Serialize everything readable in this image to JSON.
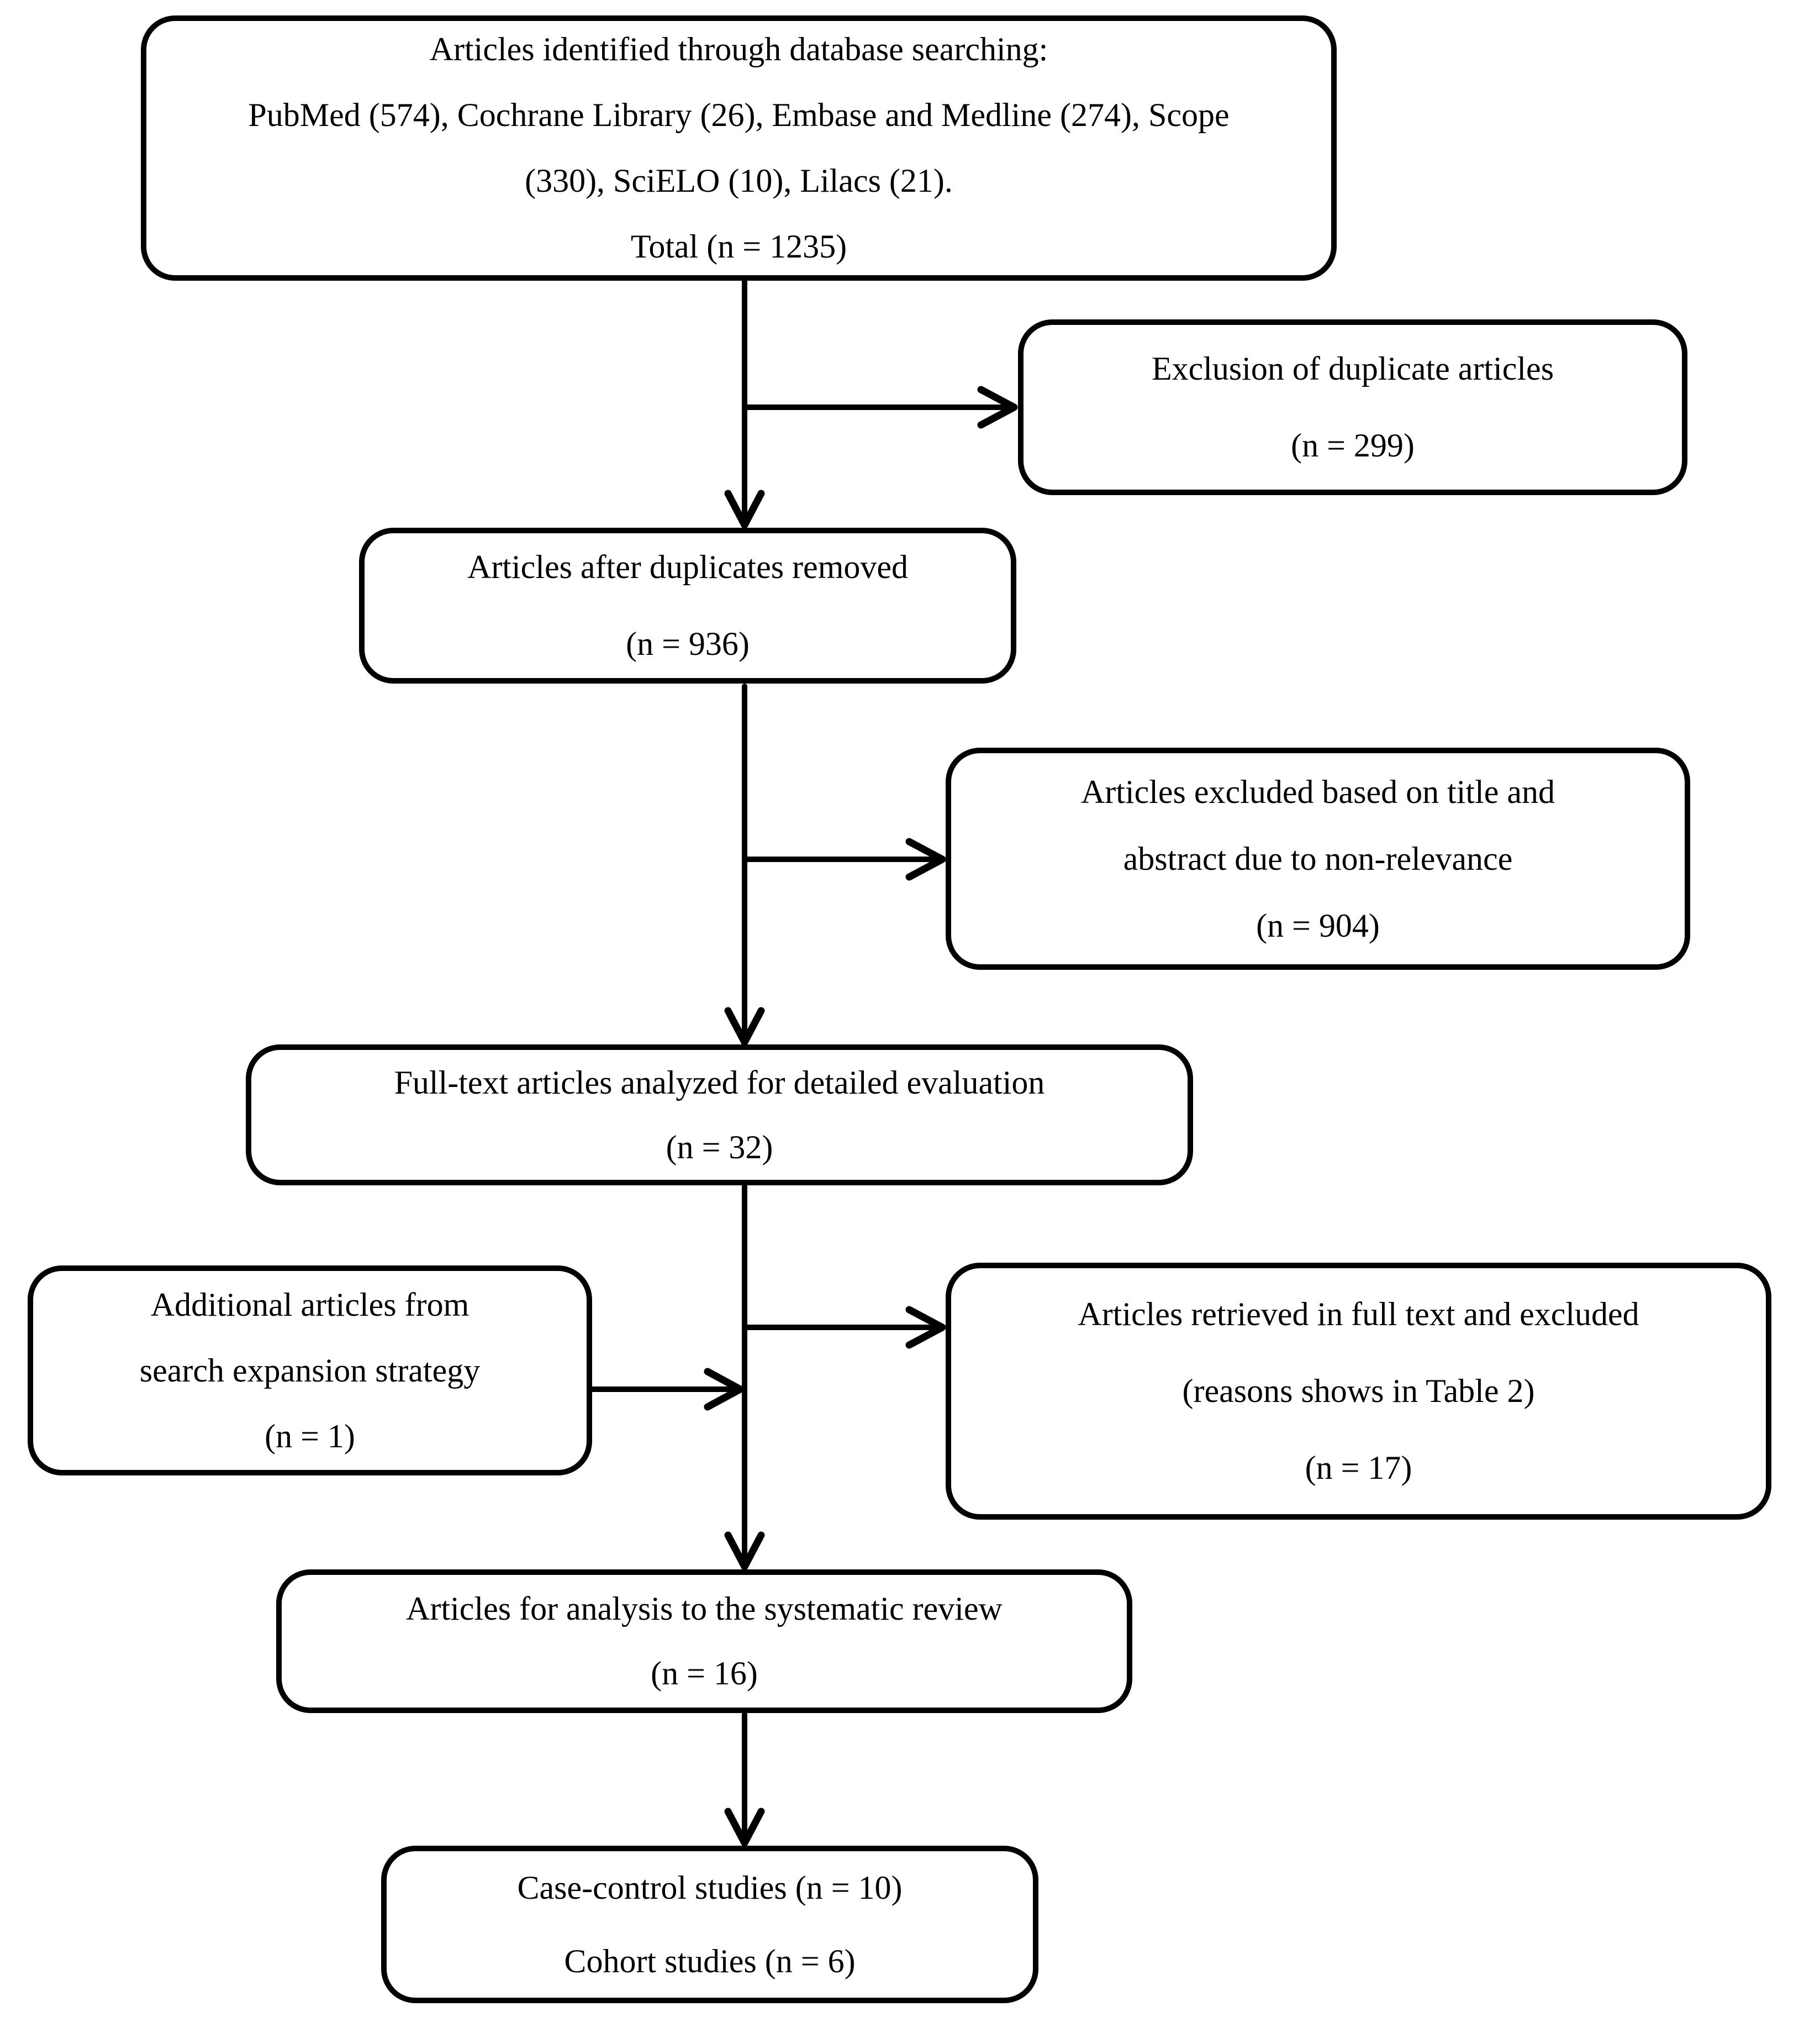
{
  "colors": {
    "stroke": "#000000",
    "background": "#ffffff",
    "text": "#000000"
  },
  "boxes": {
    "identified": {
      "lines": [
        "Articles identified through database searching:",
        "PubMed (574), Cochrane Library (26), Embase and Medline (274), Scope",
        "(330), SciELO (10), Lilacs (21).",
        "Total (n = 1235)"
      ]
    },
    "exclusion_duplicates": {
      "lines": [
        "Exclusion of duplicate articles",
        "(n = 299)"
      ]
    },
    "after_duplicates": {
      "lines": [
        "Articles after duplicates removed",
        "(n = 936)"
      ]
    },
    "excluded_title_abstract": {
      "lines": [
        "Articles excluded based on title and",
        "abstract due to non-relevance",
        "(n = 904)"
      ]
    },
    "fulltext_analyzed": {
      "lines": [
        "Full-text articles analyzed for detailed evaluation",
        "(n = 32)"
      ]
    },
    "additional_search_expansion": {
      "lines": [
        "Additional articles from",
        "search expansion strategy",
        "(n = 1)"
      ]
    },
    "fulltext_excluded": {
      "lines": [
        "Articles retrieved in full text and excluded",
        "(reasons shows in Table 2)",
        "(n = 17)"
      ]
    },
    "systematic_review": {
      "lines": [
        "Articles for analysis to the systematic review",
        "(n = 16)"
      ]
    },
    "study_design": {
      "lines": [
        "Case-control studies (n = 10)",
        "Cohort studies (n = 6)"
      ]
    }
  }
}
